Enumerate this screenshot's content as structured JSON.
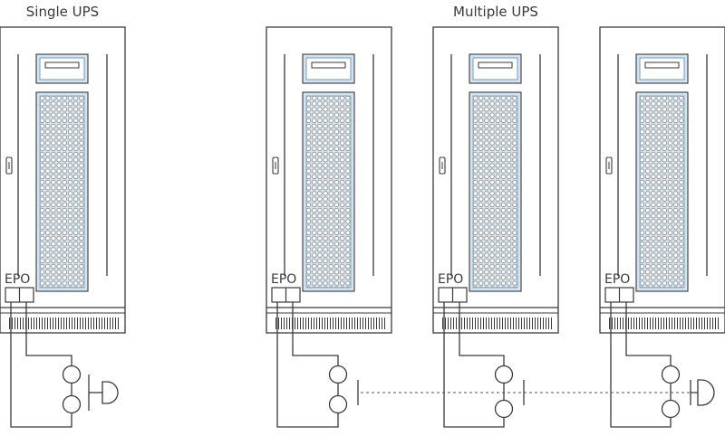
{
  "titles": {
    "single": "Single UPS",
    "multiple": "Multiple UPS"
  },
  "cabinet_label": "EPO",
  "colors": {
    "stroke": "#3a3a3a",
    "panel_fill": "#d6e4ee",
    "panel_stroke": "#6d9ec4",
    "dash": "#555555"
  },
  "icons": {
    "cabinet": "ups-cabinet",
    "switch": "epo-push-button"
  }
}
